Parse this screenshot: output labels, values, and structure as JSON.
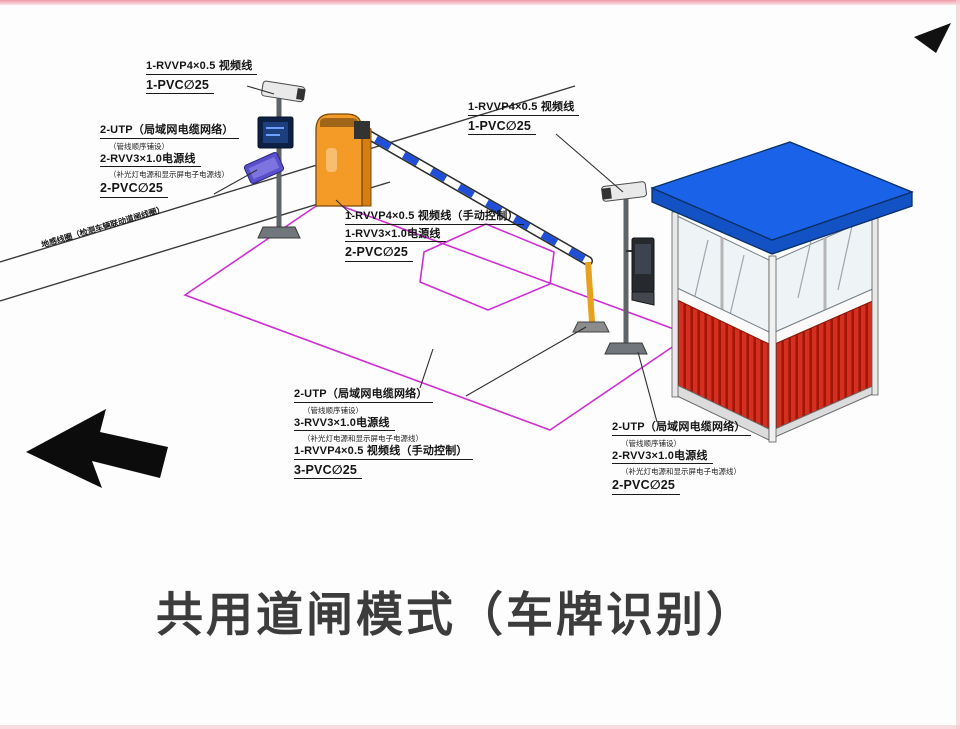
{
  "meta": {
    "diagram_type": "parking-barrier-license-plate-recognition-wiring-diagram"
  },
  "title": "共用道闸模式（车牌识别）",
  "colors": {
    "booth_roof_blue": "#1a63e8",
    "booth_wall_red": "#d4301f",
    "barrier_cabinet_orange": "#f49a26",
    "barrier_stripe_blue": "#1e4fd6",
    "detection_zone_magenta": "#cf2fd2",
    "floodlight_purple": "#5b50cc",
    "support_post_yellow": "#e8a11c",
    "photo_edge_pink": "#ee9aa8"
  },
  "labels": {
    "camera_left": {
      "video": "1-RVVP4×0.5 视频线",
      "pvc": "1-PVC∅25"
    },
    "pole_left": {
      "utp": "2-UTP（局域网电缆网络）",
      "note1": "（管线顺序铺设）",
      "power": "2-RVV3×1.0电源线",
      "note2": "（补光灯电源和显示屏电子电源线）",
      "pvc": "2-PVC∅25"
    },
    "camera_right": {
      "video": "1-RVVP4×0.5 视频线",
      "pvc": "1-PVC∅25"
    },
    "barrier_center": {
      "video": "1-RVVP4×0.5 视频线（手动控制）",
      "power": "1-RVV3×1.0电源线",
      "pvc": "2-PVC∅25"
    },
    "ground_loop": "地感线圈（检测车辆联动道闸线圈）",
    "lane_bottom": {
      "utp": "2-UTP（局域网电缆网络）",
      "note1": "（管线顺序铺设）",
      "power": "3-RVV3×1.0电源线",
      "note2": "（补光灯电源和显示屏电子电源线）",
      "video": "1-RVVP4×0.5 视频线（手动控制）",
      "pvc": "3-PVC∅25"
    },
    "booth_right": {
      "utp": "2-UTP（局域网电缆网络）",
      "note1": "（管线顺序铺设）",
      "power": "2-RVV3×1.0电源线",
      "note2": "（补光灯电源和显示屏电子电源线）",
      "pvc": "2-PVC∅25"
    }
  }
}
